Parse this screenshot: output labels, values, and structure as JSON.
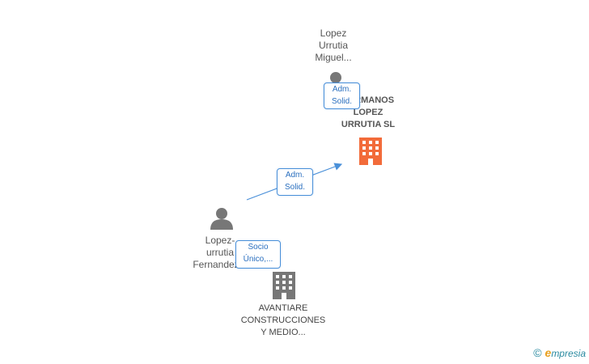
{
  "colors": {
    "edge": "#4a90d9",
    "person": "#777777",
    "company_main": "#f26b3a",
    "company_other": "#777777",
    "badge_border": "#4a90d9",
    "badge_text": "#2a6fbf"
  },
  "nodes": {
    "person_top": {
      "label": "Lopez\nUrrutia\nMiguel...",
      "icon": "person-icon"
    },
    "company_main": {
      "label": "HERMANOS\nLOPEZ\nURRUTIA SL",
      "icon": "building-icon"
    },
    "person_mid": {
      "label": "Lopez-\nurrutia\nFernandez...",
      "icon": "person-icon"
    },
    "company_bottom": {
      "label": "AVANTIARE\nCONSTRUCCIONES\nY MEDIO...",
      "icon": "building-icon"
    }
  },
  "edges": [
    {
      "from": "person_top",
      "to": "company_main",
      "label": "Adm.\nSolid."
    },
    {
      "from": "person_mid",
      "to": "company_main",
      "label": "Adm.\nSolid."
    },
    {
      "from": "person_mid",
      "to": "company_bottom",
      "label": "Socio\nÚnico,..."
    }
  ],
  "brand": {
    "copyright": "©",
    "first_letter": "e",
    "name": "mpresia"
  }
}
